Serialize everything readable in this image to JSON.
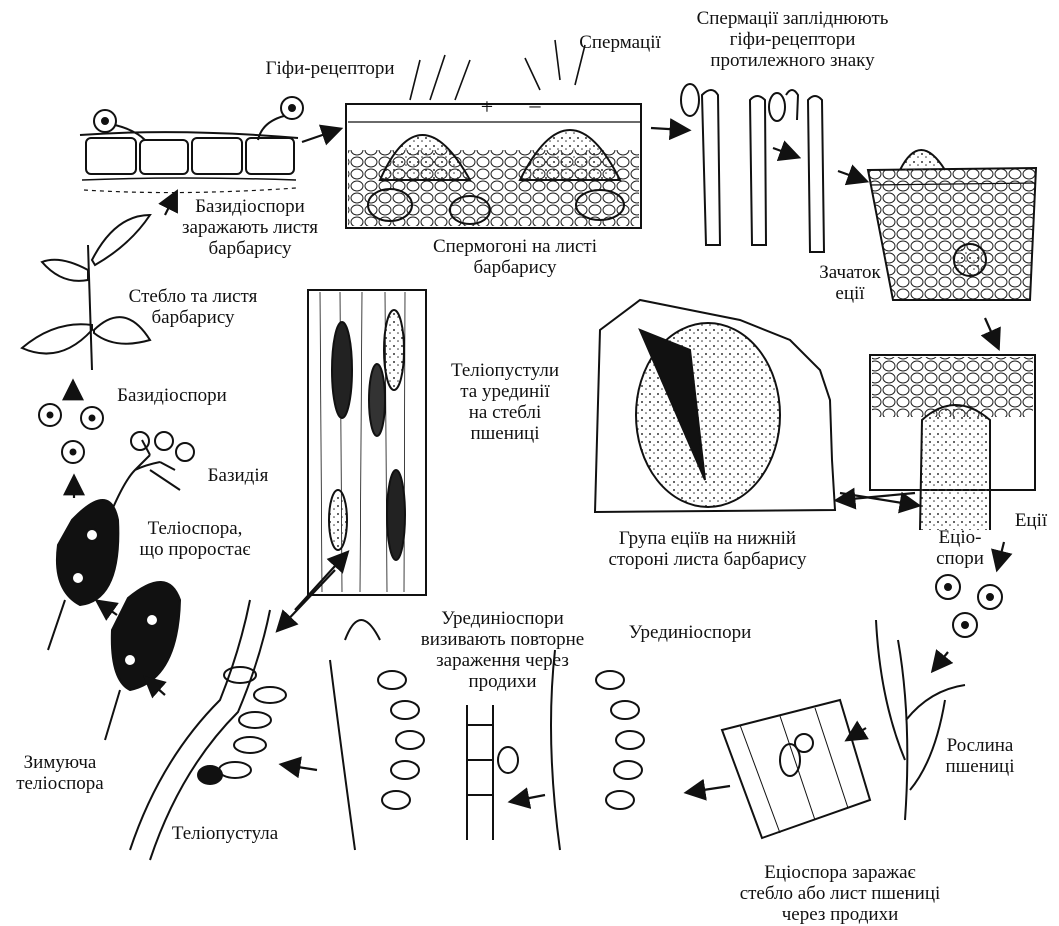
{
  "labels": {
    "hyphae_receptors": "Гіфи-рецептори",
    "spermatia": "Спермації",
    "spermatia_fertilize": "Спермації запліднюють\nгіфи-рецептори\nпротилежного знаку",
    "basidiospores_infect": "Базидіоспори\nзаражають листя\nбарбарису",
    "spermogonia": "Спермогоні на листі\nбарбарису",
    "aecium_primordium": "Зачаток\nеції",
    "stem_leaves_barberry": "Стебло та листя\nбарбарису",
    "basidiospores": "Базидіоспори",
    "basidium": "Базидія",
    "germinating_teliospore": "Теліоспора,\nщо проростає",
    "telio_uredinia": "Теліопустули\nта урединії\nна стеблі\nпшениці",
    "aecia_group": "Група еціїв на нижній\nстороні листа барбарису",
    "aecia": "Еції",
    "aeciospores": "Еціо-\nспори",
    "urediniospores_reinfect": "Урединіоспори\nвизивають повторне\nзараження через\nпродихи",
    "urediniospores": "Урединіоспори",
    "wheat_plant": "Рослина\nпшениці",
    "aeciospore_infects": "Еціоспора заражає\nстебло або лист пшениці\nчерез продихи",
    "overwintering_teliospore": "Зимуюча\nтеліоспора",
    "teliopustule": "Теліопустула",
    "plus_sign": "+",
    "minus_sign": "–"
  }
}
